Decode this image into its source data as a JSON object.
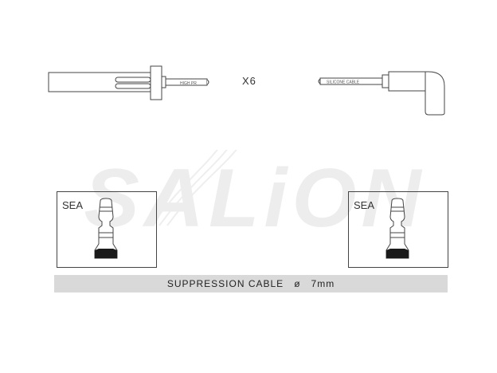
{
  "watermark": {
    "text": "SALiON",
    "color": "#e9e9e9"
  },
  "cable_top_left": {
    "print": "HIGH PR"
  },
  "quantity": "X6",
  "cable_top_right": {
    "print": "SILICONE CABLE"
  },
  "sea_left": "SEA",
  "sea_right": "SEA",
  "footer": {
    "label": "SUPPRESSION CABLE   ø   7mm"
  },
  "colors": {
    "line": "#444444",
    "bar": "#d9d9d9",
    "boot": "#1a1a1a"
  }
}
